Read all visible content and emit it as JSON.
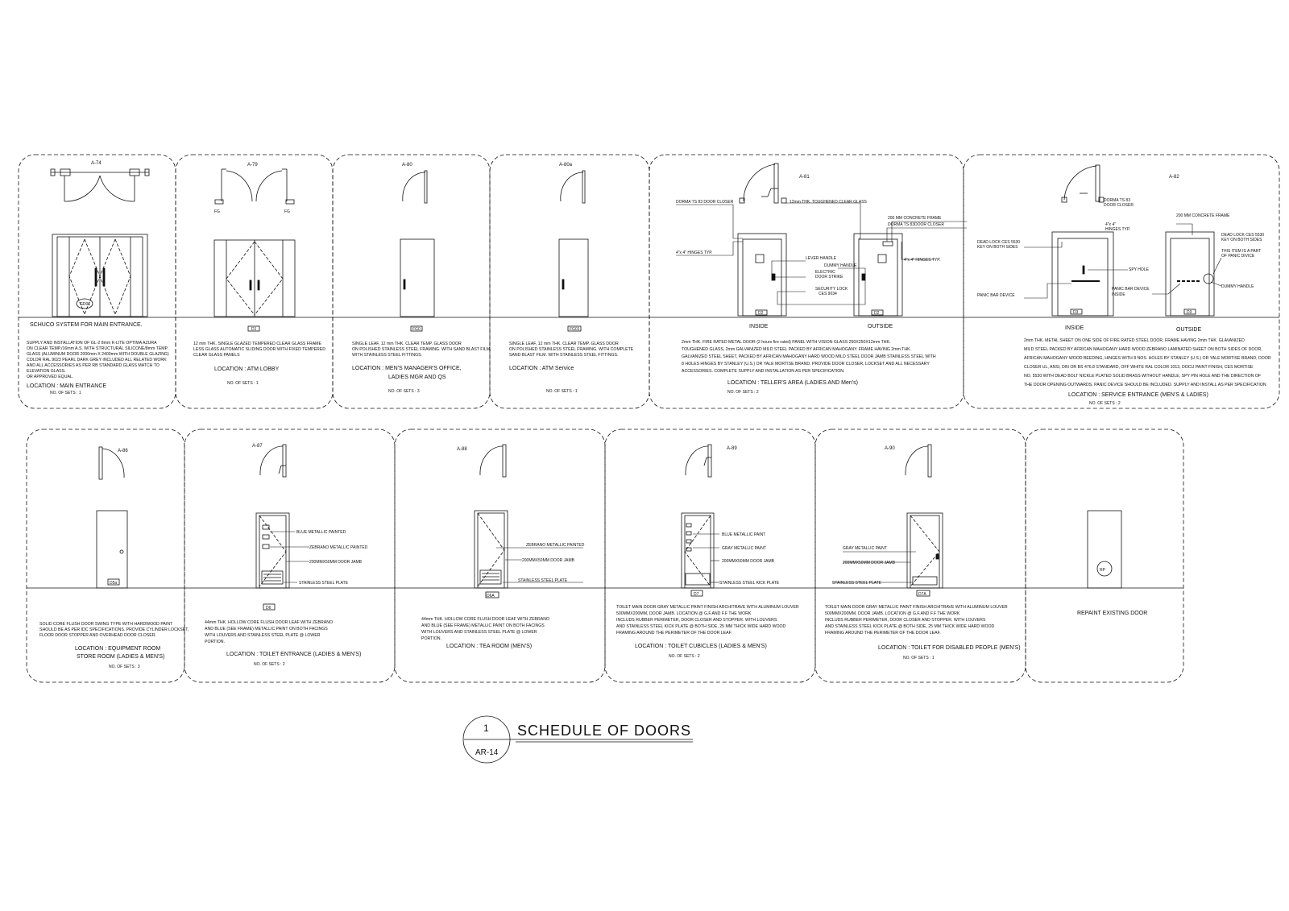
{
  "sheet_title": "SCHEDULE OF DOORS",
  "callout": {
    "number": "1",
    "sheet_ref": "AR-14"
  },
  "doors": [
    {
      "tag": "A-74",
      "head": "SCHUCO SYSTEM FOR MAIN ENTRANCE.",
      "mark": "GD01",
      "desc": [
        "SUPPLY AND INSTALLATION OF GL-2 8mm K-LITE OPTIMA AZURA",
        "ON CLEAR TEMP./16mm A.S. WITH STRUCTURAL SILICONE/8mm TEMP.",
        "GLASS (ALUMINUM DOOR 2000mm X 2400mm WITH DOUBLE GLAZING)",
        "COLOR RAL 9023 PEARL DARK GREY INCLUDED ALL RELATED WORK",
        "AND ALL ACCESSORIES AS PER RB STANDARD GLASS MATCH TO",
        "ELEVATION GLASS.",
        "OR APPROVED EQUAL."
      ],
      "location": [
        "LOCATION : MAIN ENTRANCE"
      ],
      "sets": "NO. OF SETS    : 1"
    },
    {
      "tag": "A-79",
      "fg_left": "FG",
      "fg_right": "FG",
      "mark": "D1",
      "desc": [
        "12 mm THK. SINGLE GLAZED TEMPERED CLEAR GLASS FRAME",
        "LESS GLASS AUTOMATIC SLIDING DOOR WITH FIXED TEMPERED",
        "CLEAR GLASS PANELS"
      ],
      "location": [
        "LOCATION : ATM LOBBY"
      ],
      "sets": "NO. OF SETS    : 1"
    },
    {
      "tag": "A-80",
      "mark": "FG0",
      "desc": [
        "SINGLE LEAF, 12 mm THK. CLEAR TEMP. GLASS DOOR",
        "ON POLISHED STAINLESS STEEL FRAMING. WITH SAND BLAST FILM.",
        "WITH STAINLESS STEEL FITTINGS."
      ],
      "location": [
        "LOCATION :    MEN'S MANAGER'S OFFICE,",
        "LADIES MGR AND QS"
      ],
      "sets": "NO. OF SETS    : 3"
    },
    {
      "tag": "A-80a",
      "mark": "FG01",
      "desc": [
        "SINGLE LEAF, 12 mm THK. CLEAR TEMP. GLASS DOOR",
        "ON POLISHED STAINLESS STEEL FRAMING. WITH COMPLETE",
        "SAND BLAST FILM. WITH STAINLESS STEEL FITTINGS."
      ],
      "location": [
        "LOCATION :   ATM Service"
      ],
      "sets": "NO. OF SETS    : 1"
    },
    {
      "tag": "A-81",
      "mark": "D2",
      "side_in": "INSIDE",
      "side_out": "OUTSIDE",
      "labels": {
        "closer": "DORMA TS 83 DOOR CLOSER",
        "glass": "12mm THK. TOUGHENED CLEAR GLASS",
        "frame": "200 MM CONCRETE FRAME",
        "closer2": "DORMA TS 83DOOR CLOSER",
        "hinges": "4\"x 4\" HINGES TYP.",
        "hinges2": "4\"x 4\" HINGES TYP.",
        "lever": "LEVER HANDLE",
        "dummy": "DUMMY HANDLE",
        "strike1": "ELECTRIC",
        "strike2": "DOOR STRIKE",
        "lock1": "SECURITY LOCK",
        "lock2": "CES 9034"
      },
      "desc": [
        "2mm THK. FIRE RATED METAL DOOR (2 hours fire rated) PANEL WITH VISION GLASS 250X250X12mm THK.",
        "TOUGHENED GLASS, 2mm GALVANIZED MILD STEEL PACKED BY AFRICAN MAHOGANY. FRAME HAVING 2mm THK.",
        "GALVANIZED STEEL SHEET, PACKED BY AFRICAN MAHOGANY HARD WOOD MILD STEEL DOOR JAMB STAINLESS STEEL WITH",
        "8 HOLES HINGES BY STANLEY (U.S.) OR YALE MORTISE BRAND. PROVIDE DOOR CLOSER, LOCKSET AND ALL NECESSARY",
        "ACCESSORIES. COMPLETE SUPPLY AND INSTALLATION AS PER SPECIFICATION."
      ],
      "location": [
        "LOCATION : TELLER'S AREA (LADIES AND Men's)"
      ],
      "sets": "NO. OF SETS    : 2"
    },
    {
      "tag": "A-82",
      "mark": "D3",
      "side_in": "INSIDE",
      "side_out": "OUTSIDE",
      "labels": {
        "closer1": "DORMA TS 83",
        "closer2": "DOOR CLOSER",
        "hinges1": "4\"x 4\"",
        "hinges2": "HINGES TYP.",
        "frame": "200 MM CONCRETE FRAME",
        "dl_l1": "DEAD LOCK CES 5530",
        "dl_l2": "KEY ON BOTH SIDES",
        "dl_r1": "DEAD LOCK CES 5530",
        "dl_r2": "KEY ON BOTH SIDES",
        "part1": "THIS ITEM IS A PART",
        "part2": "OF PANIC DIVICE",
        "spy": "SPY HOLE",
        "panic_in1": "PANIC BAR DEVICE",
        "panic_in2": "INSIDE",
        "panic": "PANIC BAR DEVICE",
        "dummy": "DUMMY HANDLE"
      },
      "desc": [
        "2mm THK. METAL SHEET ON ONE SIDE OF FIRE RATED STEEL DOOR, FRAME HAVING 2mm THK. GLAVANIZED",
        "MILD STEEL PACKED BY AFRICAN MAHOGANY HARD WOOD ZEBRANO LAMINATED SHEET ON BOTH SIDES OF DOOR,",
        "AFRICAN MAHOGANY WOOD BEEDING, HINGES WITH 8 NOS. HOLES BY STANLEY (U.S.) OR YALE MORTISE BRAND, DOOR",
        "CLOSER UL, ANSI, DIN OR BS 476.8 STANDARD, OFF WHITE RAL COLOR 1013, DOCU PAINT FINISH, CES MORTISE",
        "NO. 5530 WITH DEAD BOLT NICKLE PLATED SOLID BRASS WITHOUT HANDLE, SPY PIN HOLE AND THE DIRECTION OF",
        "THE DOOR OPENING OUTWARDS. PANIC DEVICE SHOULD BE INCLUDED. SUPPLY AND INSTALL AS PER SPECIFICATION"
      ],
      "location": [
        "LOCATION : SERVICE ENTRANCE (MEN'S & LADIES)"
      ],
      "sets": "NO. OF SETS    : 2"
    },
    {
      "tag": "A-86",
      "mark": "D5a",
      "desc": [
        "SOLID CORE FLUSH DOOR SWING TYPE WITH HARDWOOD PAINT",
        "SHOULD BE AS PER IDC SPECIFICATIONS. PROVIDE CYLINDER LOCKSET,",
        "FLOOR DOOR STOPPER AND OVERHEAD DOOR CLOSER."
      ],
      "location": [
        "LOCATION : EQUIPMENT ROOM",
        "STORE ROOM (LADIES & MEN'S)"
      ],
      "sets": "NO. OF SETS    : 3"
    },
    {
      "tag": "A-87",
      "mark": "D6",
      "labels": {
        "a": "BLUE METALLIC PAINTED",
        "b": "ZEBRANO METALLIC PAINTED",
        "c": "200MMX50MM DOOR JAMB",
        "d": "STAINLESS STEEL PLATE"
      },
      "desc": [
        "44mm THK. HOLLOW CORE FLUSH DOOR LEAF WITH ZEBRANO",
        "AND BLUE (SEE FRAME) METALLIC PAINT ON BOTH FACINGS",
        "WITH LOUVERS AND STAINLESS STEEL PLATE @ LOWER",
        "PORTION."
      ],
      "location": [
        "LOCATION : TOILET ENTRANCE (LADIES & MEN'S)"
      ],
      "sets": "NO. OF SETS    : 2"
    },
    {
      "tag": "A-88",
      "mark": "D6A",
      "labels": {
        "a": "ZEBRANO METALLIC PAINTED",
        "b": "200MMX50MM DOOR JAMB",
        "c": "STAINLESS STEEL PLATE"
      },
      "desc": [
        "44mm THK. HOLLOW CORE FLUSH DOOR LEAF WITH ZEBRANO",
        "AND BLUE (SEE FRAME) METALLIC PAINT ON BOTH FACINGS",
        "WITH LOUVERS AND STAINLESS STEEL PLATE @ LOWER",
        "PORTION."
      ],
      "location": [
        "LOCATION : TEA ROOM (MEN'S)"
      ],
      "sets": ""
    },
    {
      "tag": "A-89",
      "mark": "D7",
      "labels": {
        "a": "BLUE METALLIC PAINT",
        "b": "GRAY METALLIC PAINT",
        "c": "200MMX50MM DOOR JAMB",
        "d": "STAINLESS STEEL KICK PLATE"
      },
      "desc": [
        "TOILET MAIN DOOR GRAY METALLIC PAINT FINISH ARCHITRAVE WITH ALUMINUM LOUVER",
        "500MMX200MM, DOOR JAMB. LOCATION @ G.F.AND  F.F THE WORK",
        "INCLUDS RUBBER PERIMETER, DOOR CLOSER AND STOPPER. WITH LOUVERS",
        "AND STAINLESS STEEL KICK PLATE @ BOTH SIDE, 25 MM THICK WIDE HARD WOOD",
        "FRAMING AROUND THE PERIMETER OF THE DOOR LEAF."
      ],
      "location": [
        "LOCATION : TOILET CUBICLES (LADIES & MEN'S)"
      ],
      "sets": "NO. OF SETS    : 2"
    },
    {
      "tag": "A-90",
      "mark": "D7A",
      "labels": {
        "a": "GRAY METALLIC PAINT",
        "b": "200MMX50MM DOOR JAMB",
        "c": "STAINLESS STEEL PLATE"
      },
      "desc": [
        "TOILET MAIN DOOR GRAY METALLIC PAINT FINISH ARCHITRAVE WITH ALUMINUM LOUVER",
        "500MMX200MM, DOOR JAMB. LOCATION @ G.F.AND  F.F THE WORK",
        "INCLUDS RUBBER PERIMETER, DOOR CLOSER AND STOPPER. WITH LOUVERS",
        "AND STAINLESS STEEL KICK PLATE @ BOTH SIDE, 25 MM THICK WIDE HARD WOOD",
        "FRAMING AROUND THE PERIMETER OF THE DOOR LEAF."
      ],
      "location": [
        "LOCATION : TOILET FOR DISABLED PEOPLE (MEN'S)"
      ],
      "sets": "NO. OF SETS    : 1"
    },
    {
      "mark": "RP",
      "desc": [
        "REPAINT EXISTING DOOR"
      ]
    }
  ]
}
